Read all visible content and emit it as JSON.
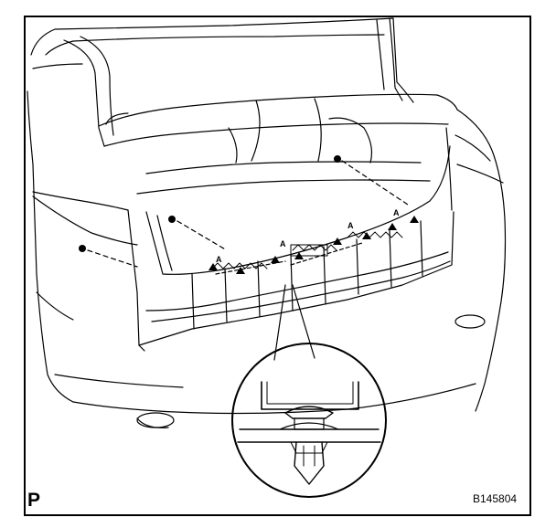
{
  "figure": {
    "corner_mark": "P",
    "reference_code": "B145804"
  },
  "callout_marks": [
    "A",
    "A",
    "A",
    "A"
  ],
  "icons": {
    "screw": "screw-icon",
    "clip": "clip-icon"
  },
  "colors": {
    "line": "#000000",
    "background": "#ffffff"
  }
}
